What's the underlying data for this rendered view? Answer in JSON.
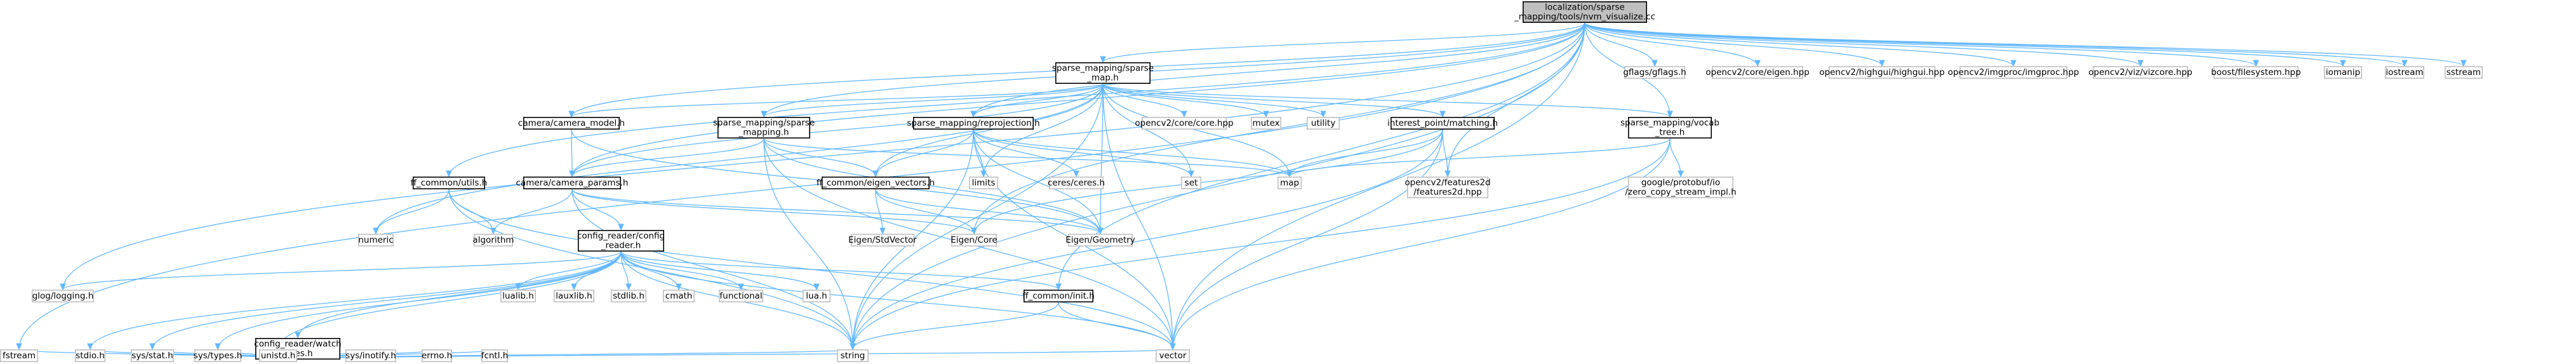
{
  "graph": {
    "colors": {
      "edge": "#63b8ff",
      "root_fill": "#bfbfbf",
      "border": "#000000",
      "external_border": "#bfbfbf"
    },
    "nodes": [
      {
        "id": "root",
        "lines": [
          "localization/sparse",
          "_mapping/tools/nvm_visualize.cc"
        ],
        "kind": "root"
      },
      {
        "id": "sparse_map",
        "lines": [
          "sparse_mapping/sparse",
          "_map.h"
        ],
        "kind": "local"
      },
      {
        "id": "gflags",
        "lines": [
          "gflags/gflags.h"
        ],
        "kind": "external"
      },
      {
        "id": "cv_eigen",
        "lines": [
          "opencv2/core/eigen.hpp"
        ],
        "kind": "external"
      },
      {
        "id": "cv_highgui",
        "lines": [
          "opencv2/highgui/highgui.hpp"
        ],
        "kind": "external"
      },
      {
        "id": "cv_imgproc",
        "lines": [
          "opencv2/imgproc/imgproc.hpp"
        ],
        "kind": "external"
      },
      {
        "id": "cv_viz",
        "lines": [
          "opencv2/viz/vizcore.hpp"
        ],
        "kind": "external"
      },
      {
        "id": "boost_fs",
        "lines": [
          "boost/filesystem.hpp"
        ],
        "kind": "external"
      },
      {
        "id": "iomanip",
        "lines": [
          "iomanip"
        ],
        "kind": "external"
      },
      {
        "id": "iostream",
        "lines": [
          "iostream"
        ],
        "kind": "external"
      },
      {
        "id": "sstream",
        "lines": [
          "sstream"
        ],
        "kind": "external"
      },
      {
        "id": "camera_model",
        "lines": [
          "camera/camera_model.h"
        ],
        "kind": "local"
      },
      {
        "id": "sm_sparse_mapping",
        "lines": [
          "sparse_mapping/sparse",
          "_mapping.h"
        ],
        "kind": "local"
      },
      {
        "id": "reprojection",
        "lines": [
          "sparse_mapping/reprojection.h"
        ],
        "kind": "local"
      },
      {
        "id": "cv_core",
        "lines": [
          "opencv2/core/core.hpp"
        ],
        "kind": "external"
      },
      {
        "id": "mutex",
        "lines": [
          "mutex"
        ],
        "kind": "external"
      },
      {
        "id": "utility",
        "lines": [
          "utility"
        ],
        "kind": "external"
      },
      {
        "id": "matching",
        "lines": [
          "interest_point/matching.h"
        ],
        "kind": "local"
      },
      {
        "id": "vocab_tree",
        "lines": [
          "sparse_mapping/vocab",
          "_tree.h"
        ],
        "kind": "local"
      },
      {
        "id": "ff_utils",
        "lines": [
          "ff_common/utils.h"
        ],
        "kind": "local"
      },
      {
        "id": "camera_params",
        "lines": [
          "camera/camera_params.h"
        ],
        "kind": "local"
      },
      {
        "id": "eigen_vectors",
        "lines": [
          "ff_common/eigen_vectors.h"
        ],
        "kind": "local"
      },
      {
        "id": "limits",
        "lines": [
          "limits"
        ],
        "kind": "external"
      },
      {
        "id": "ceres",
        "lines": [
          "ceres/ceres.h"
        ],
        "kind": "external"
      },
      {
        "id": "set",
        "lines": [
          "set"
        ],
        "kind": "external"
      },
      {
        "id": "map",
        "lines": [
          "map"
        ],
        "kind": "external"
      },
      {
        "id": "features2d",
        "lines": [
          "opencv2/features2d",
          "/features2d.hpp"
        ],
        "kind": "external"
      },
      {
        "id": "protobuf",
        "lines": [
          "google/protobuf/io",
          "/zero_copy_stream_impl.h"
        ],
        "kind": "external"
      },
      {
        "id": "numeric",
        "lines": [
          "numeric"
        ],
        "kind": "external"
      },
      {
        "id": "algorithm",
        "lines": [
          "algorithm"
        ],
        "kind": "external"
      },
      {
        "id": "eigen_stdvector",
        "lines": [
          "Eigen/StdVector"
        ],
        "kind": "external"
      },
      {
        "id": "eigen_core",
        "lines": [
          "Eigen/Core"
        ],
        "kind": "external"
      },
      {
        "id": "eigen_geometry",
        "lines": [
          "Eigen/Geometry"
        ],
        "kind": "external"
      },
      {
        "id": "config_reader",
        "lines": [
          "config_reader/config",
          "_reader.h"
        ],
        "kind": "local"
      },
      {
        "id": "glog",
        "lines": [
          "glog/logging.h"
        ],
        "kind": "external"
      },
      {
        "id": "lualib",
        "lines": [
          "lualib.h"
        ],
        "kind": "external"
      },
      {
        "id": "lauxlib",
        "lines": [
          "lauxlib.h"
        ],
        "kind": "external"
      },
      {
        "id": "stdlib",
        "lines": [
          "stdlib.h"
        ],
        "kind": "external"
      },
      {
        "id": "cmath",
        "lines": [
          "cmath"
        ],
        "kind": "external"
      },
      {
        "id": "functional",
        "lines": [
          "functional"
        ],
        "kind": "external"
      },
      {
        "id": "lua",
        "lines": [
          "lua.h"
        ],
        "kind": "external"
      },
      {
        "id": "ff_init",
        "lines": [
          "ff_common/init.h"
        ],
        "kind": "local"
      },
      {
        "id": "watch_files",
        "lines": [
          "config_reader/watch",
          "_files.h"
        ],
        "kind": "local"
      },
      {
        "id": "fstream",
        "lines": [
          "fstream"
        ],
        "kind": "external"
      },
      {
        "id": "stdio",
        "lines": [
          "stdio.h"
        ],
        "kind": "external"
      },
      {
        "id": "sys_stat",
        "lines": [
          "sys/stat.h"
        ],
        "kind": "external"
      },
      {
        "id": "sys_types",
        "lines": [
          "sys/types.h"
        ],
        "kind": "external"
      },
      {
        "id": "unistd",
        "lines": [
          "unistd.h"
        ],
        "kind": "external"
      },
      {
        "id": "sys_inotify",
        "lines": [
          "sys/inotify.h"
        ],
        "kind": "external"
      },
      {
        "id": "errno",
        "lines": [
          "errno.h"
        ],
        "kind": "external"
      },
      {
        "id": "fcntl",
        "lines": [
          "fcntl.h"
        ],
        "kind": "external"
      },
      {
        "id": "string",
        "lines": [
          "string"
        ],
        "kind": "external"
      },
      {
        "id": "vector",
        "lines": [
          "vector"
        ],
        "kind": "external"
      }
    ],
    "edges": [
      [
        "root",
        "sparse_map"
      ],
      [
        "root",
        "gflags"
      ],
      [
        "root",
        "cv_eigen"
      ],
      [
        "root",
        "cv_highgui"
      ],
      [
        "root",
        "cv_imgproc"
      ],
      [
        "root",
        "cv_viz"
      ],
      [
        "root",
        "boost_fs"
      ],
      [
        "root",
        "iomanip"
      ],
      [
        "root",
        "iostream"
      ],
      [
        "root",
        "sstream"
      ],
      [
        "root",
        "camera_model"
      ],
      [
        "root",
        "sm_sparse_mapping"
      ],
      [
        "root",
        "reprojection"
      ],
      [
        "root",
        "ff_utils"
      ],
      [
        "root",
        "camera_params"
      ],
      [
        "root",
        "features2d"
      ],
      [
        "root",
        "eigen_core"
      ],
      [
        "root",
        "glog"
      ],
      [
        "root",
        "ff_init"
      ],
      [
        "root",
        "fstream"
      ],
      [
        "root",
        "string"
      ],
      [
        "root",
        "vector"
      ],
      [
        "root",
        "vocab_tree"
      ],
      [
        "sparse_map",
        "camera_model"
      ],
      [
        "sparse_map",
        "sm_sparse_mapping"
      ],
      [
        "sparse_map",
        "reprojection"
      ],
      [
        "sparse_map",
        "cv_core"
      ],
      [
        "sparse_map",
        "mutex"
      ],
      [
        "sparse_map",
        "utility"
      ],
      [
        "sparse_map",
        "matching"
      ],
      [
        "sparse_map",
        "vocab_tree"
      ],
      [
        "sparse_map",
        "eigen_vectors"
      ],
      [
        "sparse_map",
        "limits"
      ],
      [
        "sparse_map",
        "map"
      ],
      [
        "sparse_map",
        "set"
      ],
      [
        "sparse_map",
        "numeric"
      ],
      [
        "sparse_map",
        "string"
      ],
      [
        "sparse_map",
        "vector"
      ],
      [
        "sparse_map",
        "eigen_geometry"
      ],
      [
        "sparse_map",
        "camera_params"
      ],
      [
        "camera_model",
        "camera_params"
      ],
      [
        "camera_model",
        "eigen_geometry"
      ],
      [
        "sm_sparse_mapping",
        "camera_params"
      ],
      [
        "sm_sparse_mapping",
        "eigen_vectors"
      ],
      [
        "sm_sparse_mapping",
        "map"
      ],
      [
        "sm_sparse_mapping",
        "string"
      ],
      [
        "sm_sparse_mapping",
        "vector"
      ],
      [
        "sm_sparse_mapping",
        "eigen_geometry"
      ],
      [
        "reprojection",
        "eigen_vectors"
      ],
      [
        "reprojection",
        "limits"
      ],
      [
        "reprojection",
        "ceres"
      ],
      [
        "reprojection",
        "set"
      ],
      [
        "reprojection",
        "map"
      ],
      [
        "reprojection",
        "string"
      ],
      [
        "reprojection",
        "vector"
      ],
      [
        "reprojection",
        "eigen_geometry"
      ],
      [
        "matching",
        "features2d"
      ],
      [
        "matching",
        "map"
      ],
      [
        "matching",
        "string"
      ],
      [
        "matching",
        "vector"
      ],
      [
        "matching",
        "eigen_core"
      ],
      [
        "vocab_tree",
        "map"
      ],
      [
        "vocab_tree",
        "protobuf"
      ],
      [
        "vocab_tree",
        "string"
      ],
      [
        "vocab_tree",
        "vector"
      ],
      [
        "ff_utils",
        "numeric"
      ],
      [
        "ff_utils",
        "algorithm"
      ],
      [
        "ff_utils",
        "string"
      ],
      [
        "ff_utils",
        "vector"
      ],
      [
        "camera_params",
        "config_reader"
      ],
      [
        "camera_params",
        "algorithm"
      ],
      [
        "camera_params",
        "eigen_core"
      ],
      [
        "camera_params",
        "eigen_geometry"
      ],
      [
        "camera_params",
        "string"
      ],
      [
        "eigen_vectors",
        "eigen_stdvector"
      ],
      [
        "eigen_vectors",
        "eigen_core"
      ],
      [
        "eigen_vectors",
        "eigen_geometry"
      ],
      [
        "config_reader",
        "glog"
      ],
      [
        "config_reader",
        "lualib"
      ],
      [
        "config_reader",
        "lauxlib"
      ],
      [
        "config_reader",
        "stdlib"
      ],
      [
        "config_reader",
        "cmath"
      ],
      [
        "config_reader",
        "functional"
      ],
      [
        "config_reader",
        "lua"
      ],
      [
        "config_reader",
        "ff_init"
      ],
      [
        "config_reader",
        "watch_files"
      ],
      [
        "config_reader",
        "stdio"
      ],
      [
        "config_reader",
        "sys_stat"
      ],
      [
        "config_reader",
        "sys_types"
      ],
      [
        "config_reader",
        "unistd"
      ],
      [
        "config_reader",
        "string"
      ],
      [
        "config_reader",
        "vector"
      ],
      [
        "ff_init",
        "string"
      ],
      [
        "ff_init",
        "vector"
      ],
      [
        "watch_files",
        "fstream"
      ],
      [
        "watch_files",
        "stdio"
      ],
      [
        "watch_files",
        "sys_stat"
      ],
      [
        "watch_files",
        "sys_types"
      ],
      [
        "watch_files",
        "unistd"
      ],
      [
        "watch_files",
        "sys_inotify"
      ],
      [
        "watch_files",
        "errno"
      ],
      [
        "watch_files",
        "fcntl"
      ],
      [
        "watch_files",
        "string"
      ],
      [
        "watch_files",
        "vector"
      ]
    ]
  }
}
